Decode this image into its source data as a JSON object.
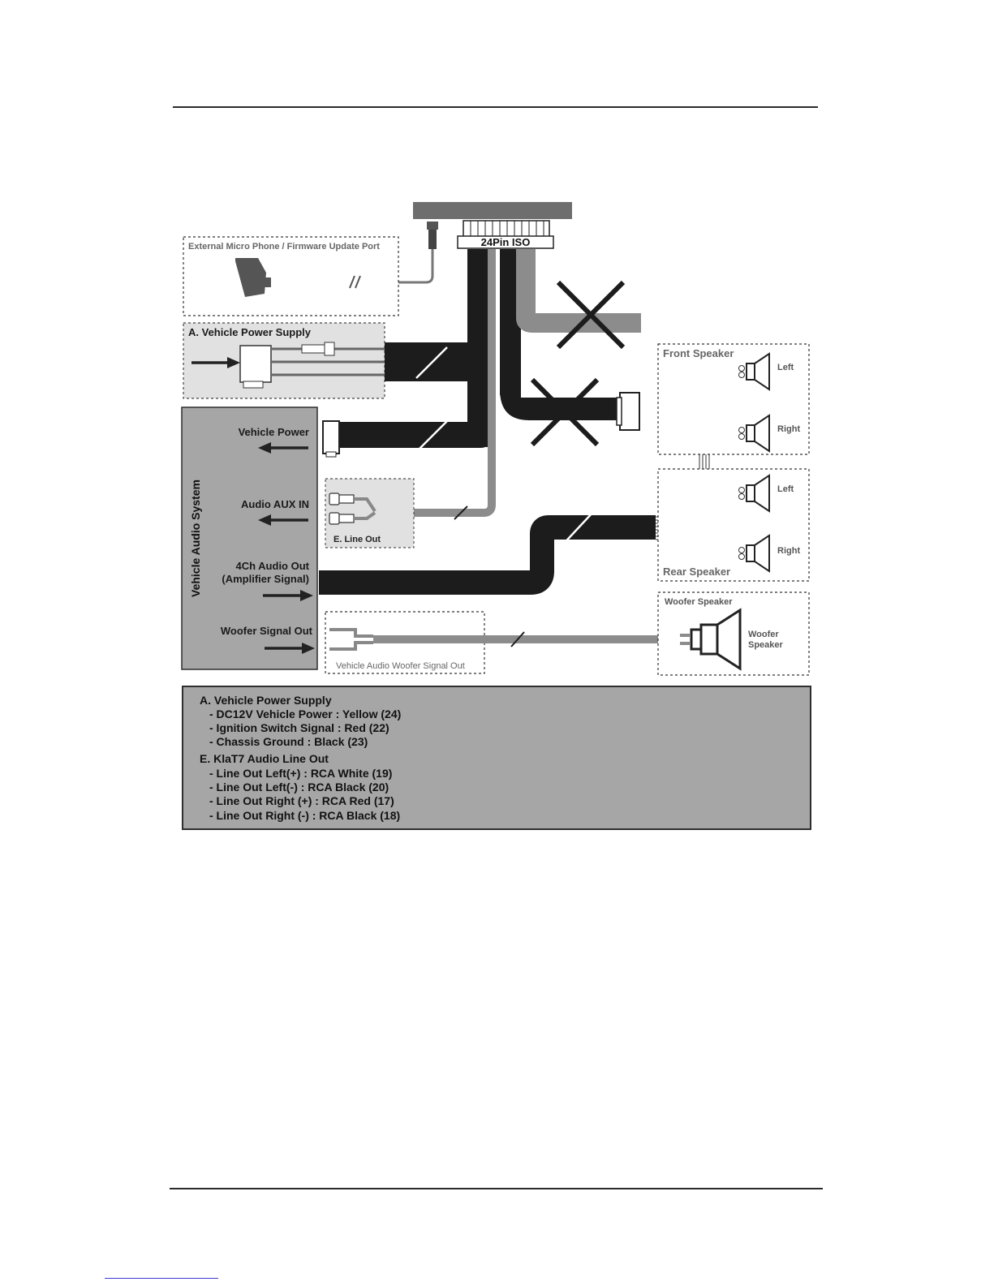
{
  "diagram": {
    "connector_label": "24Pin ISO",
    "mic_box_label": "External Micro Phone / Firmware Update Port",
    "power_supply_label": "A. Vehicle Power Supply",
    "vehicle_system_label": "Vehicle Audio System",
    "vehicle_power_label": "Vehicle Power",
    "aux_in_label": "Audio AUX IN",
    "ch4_out_label_1": "4Ch Audio Out",
    "ch4_out_label_2": "(Amplifier Signal)",
    "woofer_signal_label": "Woofer Signal Out",
    "line_out_label": "E. Line Out",
    "woofer_out_box_label": "Vehicle Audio Woofer Signal Out",
    "front_speaker_label": "Front Speaker",
    "rear_speaker_label": "Rear Speaker",
    "woofer_box_label": "Woofer Speaker",
    "woofer_speaker_line1": "Woofer",
    "woofer_speaker_line2": "Speaker",
    "left_label": "Left",
    "right_label": "Right"
  },
  "legend": {
    "section_a": {
      "title": "A. Vehicle Power Supply",
      "items": [
        "- DC12V Vehicle Power : Yellow (24)",
        "- Ignition Switch Signal : Red (22)",
        "- Chassis Ground : Black (23)"
      ]
    },
    "section_e": {
      "title": "E. KlaT7 Audio Line Out",
      "items": [
        "- Line Out Left(+) : RCA White (19)",
        "- Line Out Left(-) : RCA Black (20)",
        "- Line Out Right (+) : RCA Red (17)",
        "- Line Out Right (-) : RCA Black (18)"
      ]
    }
  },
  "colors": {
    "cable_black": "#1c1c1c",
    "cable_gray": "#8c8c8c",
    "panel_gray": "#a6a6a7",
    "box_light": "#e1e1e1"
  }
}
